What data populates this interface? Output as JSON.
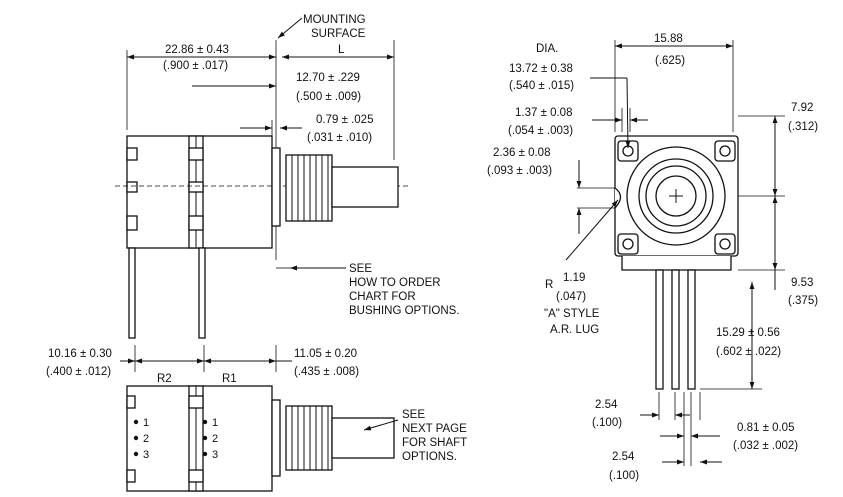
{
  "annotations": {
    "mounting_surface_1": "MOUNTING",
    "mounting_surface_2": "SURFACE",
    "l_label": "L",
    "dim_overall_mm": "22.86 ± 0.43",
    "dim_overall_in": "(.900 ± .017)",
    "dim_body_mm": "12.70 ± .229",
    "dim_body_in": "(.500 ± .009)",
    "dim_flange_mm": "0.79 ± .025",
    "dim_flange_in": "(.031 ± .010)",
    "see_bushing_1": "SEE",
    "see_bushing_2": "HOW TO ORDER",
    "see_bushing_3": "CHART FOR",
    "see_bushing_4": "BUSHING OPTIONS.",
    "dim_left_mm": "10.16 ± 0.30",
    "dim_left_in": "(.400 ± .012)",
    "dim_right_mm": "11.05 ± 0.20",
    "dim_right_in": "(.435 ± .008)",
    "r2": "R2",
    "r1": "R1",
    "pin_1": "1",
    "pin_2": "2",
    "pin_3": "3",
    "see_shaft_1": "SEE",
    "see_shaft_2": "NEXT PAGE",
    "see_shaft_3": "FOR SHAFT",
    "see_shaft_4": "OPTIONS.",
    "dia_label": "DIA.",
    "dim_dia_mm": "13.72 ± 0.38",
    "dim_dia_in": "(.540 ± .015)",
    "dim_width_mm": "15.88",
    "dim_width_in": "(.625)",
    "dim_hole_mm": "1.37 ± 0.08",
    "dim_hole_in": "(.054 ± .003)",
    "dim_lug_mm": "2.36 ± 0.08",
    "dim_lug_in": "(.093 ± .003)",
    "dim_top_mm": "7.92",
    "dim_top_in": "(.312)",
    "dim_lower_mm": "9.53",
    "dim_lower_in": "(.375)",
    "radius_r": "R",
    "radius_mm": "1.19",
    "radius_in": "(.047)",
    "lug_style_1": "\"A\" STYLE",
    "lug_style_2": "A.R. LUG",
    "dim_pin_len_mm": "15.29 ± 0.56",
    "dim_pin_len_in": "(.602 ± .022)",
    "dim_pitch1_mm": "2.54",
    "dim_pitch1_in": "(.100)",
    "dim_pin_w_mm": "0.81 ± 0.05",
    "dim_pin_w_in": "(.032 ± .002)",
    "dim_pitch2_mm": "2.54",
    "dim_pitch2_in": "(.100)"
  }
}
